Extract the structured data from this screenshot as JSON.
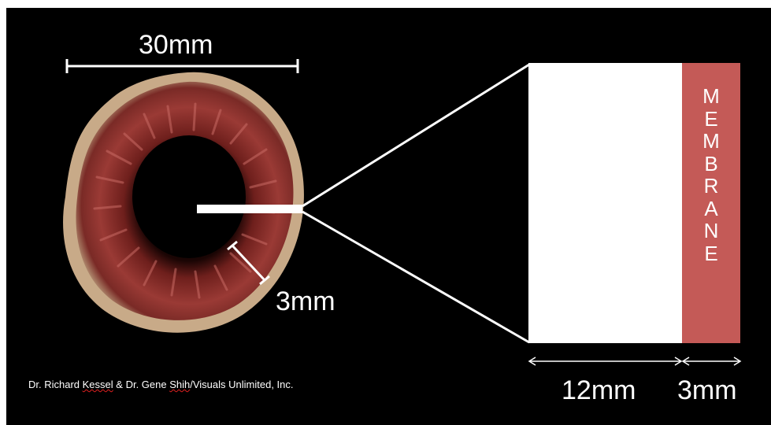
{
  "labels": {
    "diameter": "30mm",
    "wall_thickness": "3mm",
    "lumen_width": "12mm",
    "membrane_width": "3mm",
    "membrane": "MEMBRANE"
  },
  "credit": {
    "part1": "Dr. Richard ",
    "name1": "Kessel",
    "part2": " & Dr. Gene ",
    "name2": "Shih",
    "part3": "/Visuals Unlimited, Inc."
  },
  "colors": {
    "background": "#000000",
    "membrane": "#c45a57",
    "lumen": "#ffffff",
    "tissue": "#8a2e2b"
  }
}
